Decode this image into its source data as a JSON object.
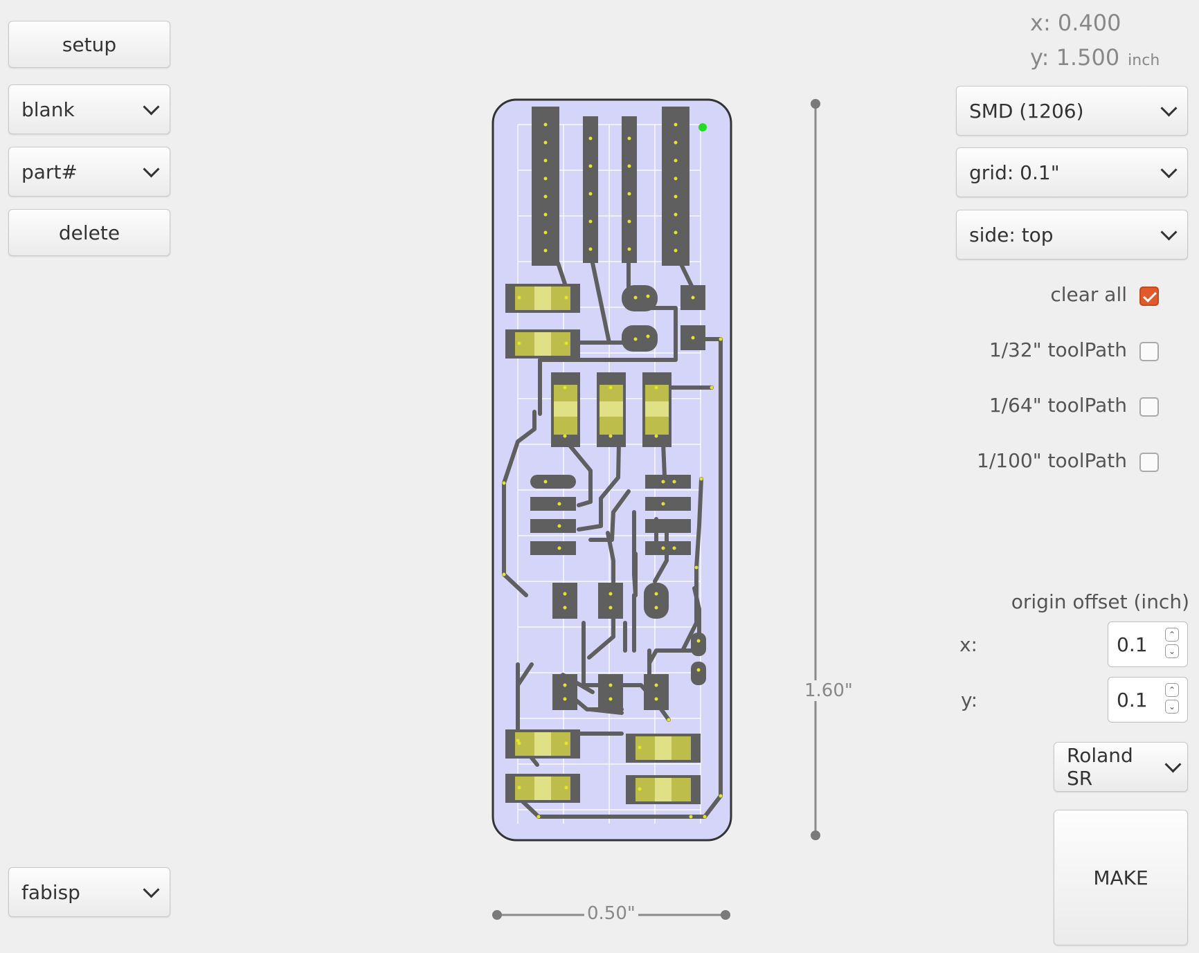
{
  "left": {
    "setup_label": "setup",
    "template_select": "blank",
    "part_select": "part#",
    "delete_label": "delete",
    "project_select": "fabisp"
  },
  "coords": {
    "x": "x: 0.400",
    "y": "y: 1.500",
    "unit": "inch"
  },
  "right": {
    "package_select": "SMD (1206)",
    "grid_select": "grid: 0.1\"",
    "side_select": "side: top",
    "clear_all_label": "clear all",
    "clear_all_checked": true,
    "toolpaths": [
      {
        "label": "1/32\" toolPath",
        "checked": false
      },
      {
        "label": "1/64\" toolPath",
        "checked": false
      },
      {
        "label": "1/100\" toolPath",
        "checked": false
      }
    ],
    "origin_label": "origin offset (inch)",
    "origin_x_label": "x:",
    "origin_x": "0.1",
    "origin_y_label": "y:",
    "origin_y": "0.1",
    "machine_select": "Roland SR",
    "make_label": "MAKE"
  },
  "board": {
    "height_label": "1.60\"",
    "width_label": "0.50\"",
    "colors": {
      "board": "#d5d5f9",
      "trace": "#5f5f5f",
      "pad_highlight": "#c8c84a",
      "dot": "#e5e52a",
      "origin": "#22dd22"
    }
  }
}
